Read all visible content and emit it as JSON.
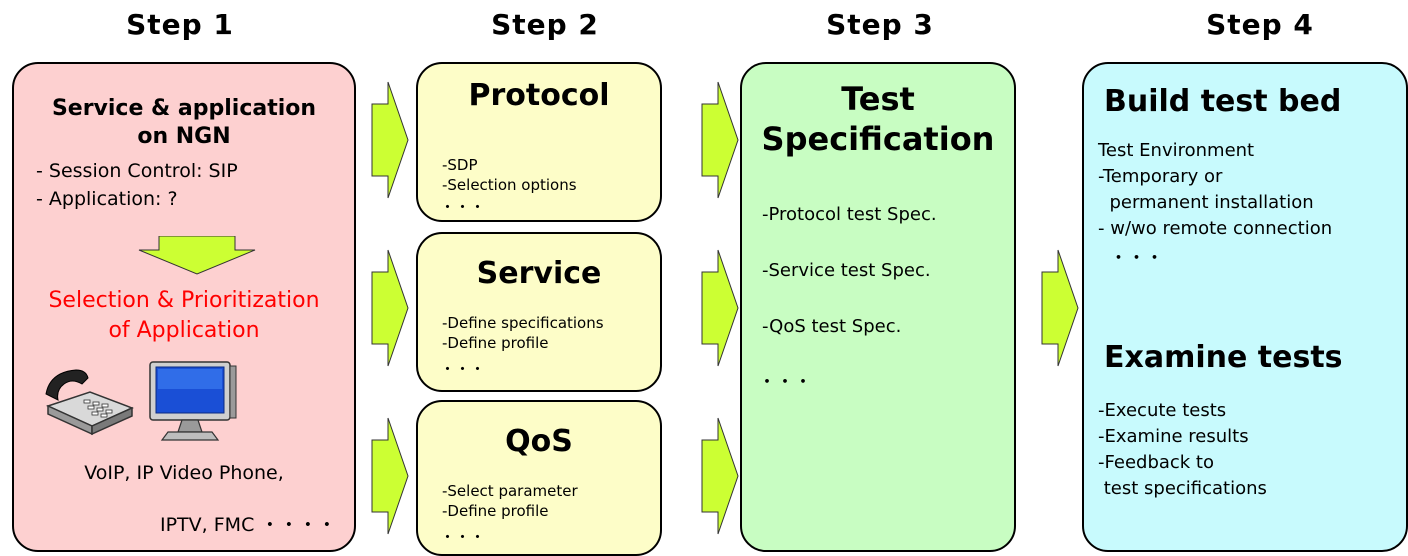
{
  "steps": [
    {
      "title": "Step 1"
    },
    {
      "title": "Step 2"
    },
    {
      "title": "Step 3"
    },
    {
      "title": "Step 4"
    }
  ],
  "step1": {
    "heading_line1": "Service & application",
    "heading_line2": "on NGN",
    "items": [
      "- Session Control: SIP",
      "- Application: ?"
    ],
    "highlight_line1": "Selection & Prioritization",
    "highlight_line2": "of Application",
    "examples_line1": "VoIP, IP Video Phone,",
    "examples_line2": "IPTV, FMC ・・・・"
  },
  "step2": {
    "protocol": {
      "title": "Protocol",
      "items": [
        "-SDP",
        "-Selection options",
        "・・・"
      ]
    },
    "service": {
      "title": "Service",
      "items": [
        "-Define specifications",
        "-Define profile",
        "・・・"
      ]
    },
    "qos": {
      "title": "QoS",
      "items": [
        "-Select parameter",
        "-Define profile",
        "・・・"
      ]
    }
  },
  "step3": {
    "title_line1": "Test",
    "title_line2": "Specification",
    "items": [
      "-Protocol test Spec.",
      "-Service test Spec.",
      "-QoS test Spec.",
      "・・・"
    ]
  },
  "step4": {
    "build_title": "Build test bed",
    "build_items": [
      "Test Environment",
      "-Temporary or",
      "  permanent installation",
      "- w/wo remote connection",
      "  ・・・"
    ],
    "exam_title": "Examine tests",
    "exam_items": [
      "-Execute tests",
      "-Examine results",
      "-Feedback to",
      " test specifications"
    ]
  },
  "colors": {
    "step1_fill": "#fdd0d0",
    "step2_fill": "#fdfdc8",
    "step3_fill": "#c8fdc2",
    "step4_fill": "#c8fafd",
    "arrow_fill": "#ccff33",
    "highlight_text": "#ff0000"
  }
}
